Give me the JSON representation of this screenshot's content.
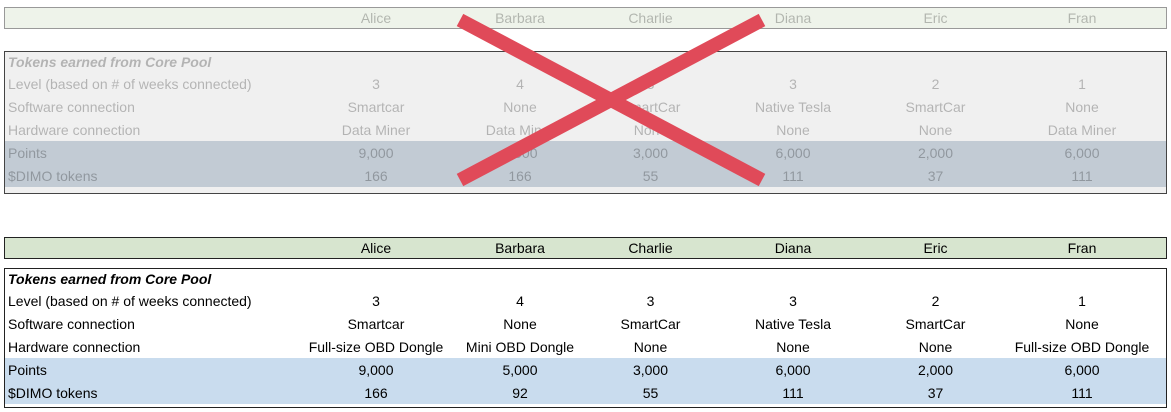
{
  "top_table": {
    "names": [
      "Alice",
      "Barbara",
      "Charlie",
      "Diana",
      "Eric",
      "Fran"
    ],
    "title": "Tokens earned from Core Pool",
    "rows": [
      {
        "label": "Level (based on # of weeks connected)",
        "values": [
          "3",
          "4",
          "3",
          "3",
          "2",
          "1"
        ]
      },
      {
        "label": "Software connection",
        "values": [
          "Smartcar",
          "None",
          "SmartCar",
          "Native Tesla",
          "SmartCar",
          "None"
        ]
      },
      {
        "label": "Hardware connection",
        "values": [
          "Data Miner",
          "Data Miner",
          "None",
          "None",
          "None",
          "Data Miner"
        ]
      }
    ],
    "highlight_rows": [
      {
        "label": "Points",
        "values": [
          "9,000",
          "9,000",
          "3,000",
          "6,000",
          "2,000",
          "6,000"
        ]
      },
      {
        "label": "$DIMO tokens",
        "values": [
          "166",
          "166",
          "55",
          "111",
          "37",
          "111"
        ]
      }
    ],
    "crossed_out": true,
    "cross_color": "#e04a59"
  },
  "bottom_table": {
    "names": [
      "Alice",
      "Barbara",
      "Charlie",
      "Diana",
      "Eric",
      "Fran"
    ],
    "title": "Tokens earned from Core Pool",
    "rows": [
      {
        "label": "Level (based on # of weeks connected)",
        "values": [
          "3",
          "4",
          "3",
          "3",
          "2",
          "1"
        ]
      },
      {
        "label": "Software connection",
        "values": [
          "Smartcar",
          "None",
          "SmartCar",
          "Native Tesla",
          "SmartCar",
          "None"
        ]
      },
      {
        "label": "Hardware connection",
        "values": [
          "Full-size OBD Dongle",
          "Mini OBD Dongle",
          "None",
          "None",
          "None",
          "Full-size OBD Dongle"
        ]
      }
    ],
    "highlight_rows": [
      {
        "label": "Points",
        "values": [
          "9,000",
          "5,000",
          "3,000",
          "6,000",
          "2,000",
          "6,000"
        ]
      },
      {
        "label": "$DIMO tokens",
        "values": [
          "166",
          "92",
          "55",
          "111",
          "37",
          "111"
        ]
      }
    ]
  },
  "colors": {
    "header_green": "#d7e5cf",
    "highlight_blue": "#c9dcee",
    "faded_panel": "#f0f0f0"
  }
}
